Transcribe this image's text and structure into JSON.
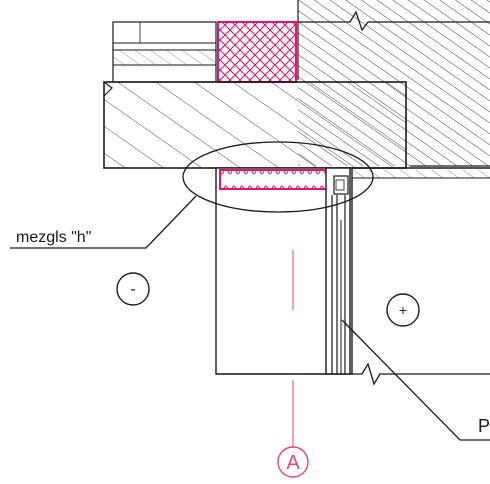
{
  "labels": {
    "detail": "mezgls \"h\"",
    "minus": "-",
    "plus": "+",
    "axis": "A",
    "cut": "P"
  },
  "colors": {
    "insulation": "#e2146e",
    "axis": "#e8466e",
    "line": "#1a1a1a",
    "background": "#ffffff"
  }
}
